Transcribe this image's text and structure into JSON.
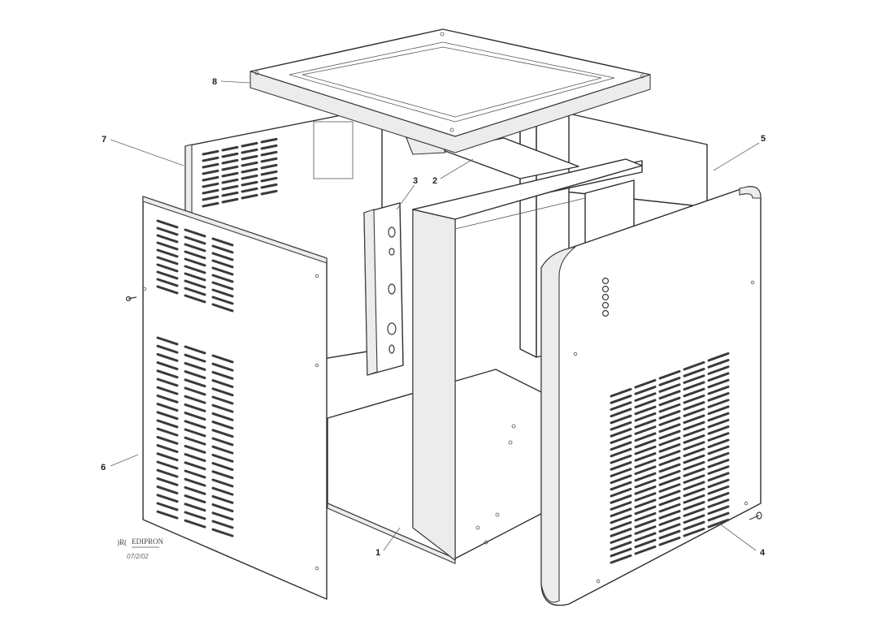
{
  "callouts": [
    {
      "id": "1",
      "text": "1"
    },
    {
      "id": "2",
      "text": "2"
    },
    {
      "id": "3",
      "text": "3"
    },
    {
      "id": "4",
      "text": "4"
    },
    {
      "id": "5",
      "text": "5"
    },
    {
      "id": "6",
      "text": "6"
    },
    {
      "id": "7",
      "text": "7"
    },
    {
      "id": "8",
      "text": "8"
    }
  ],
  "logo": {
    "brand": "EDIPRON",
    "code": "07/2/02"
  }
}
